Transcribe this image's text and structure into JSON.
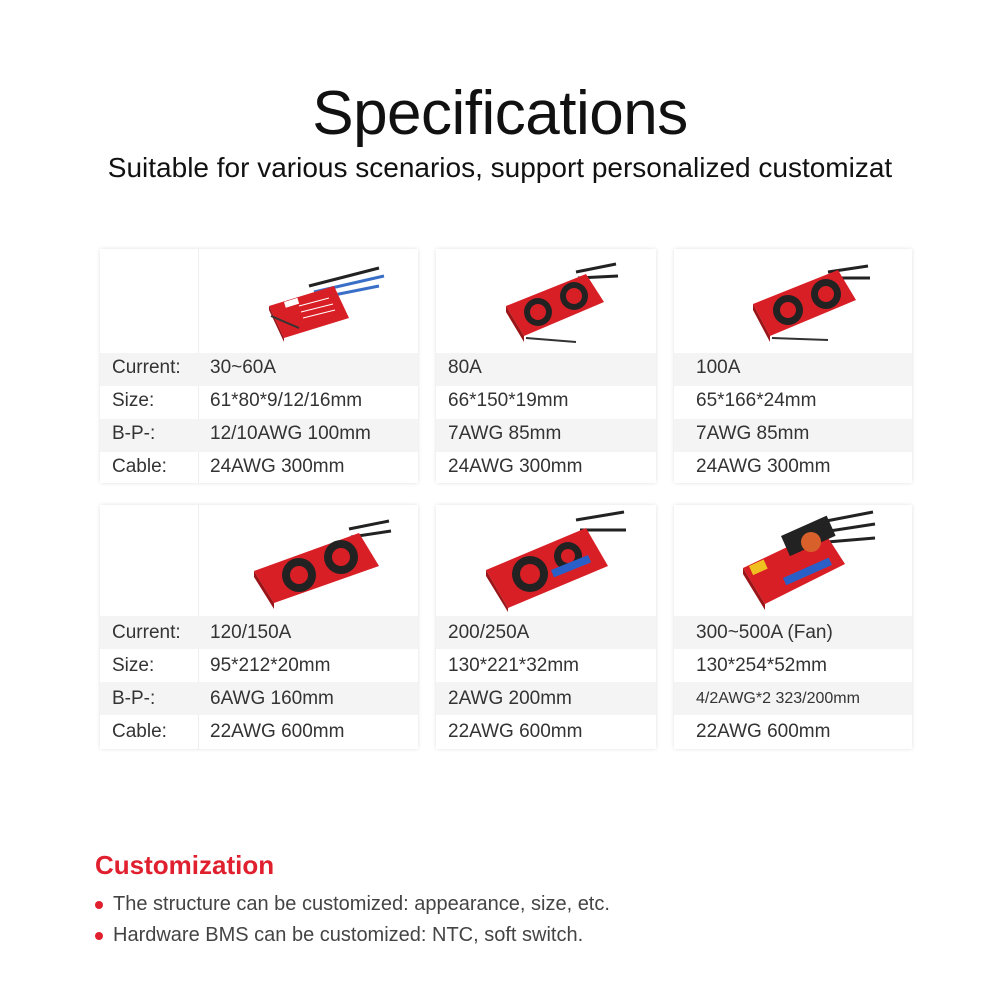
{
  "header": {
    "title": "Specifications",
    "subtitle": "Suitable for various scenarios, support personalized customizat"
  },
  "labels": {
    "current": "Current:",
    "size": "Size:",
    "bp": "B-P-:",
    "cable": "Cable:"
  },
  "products": [
    {
      "current": "30~60A",
      "size": "61*80*9/12/16mm",
      "bp": "12/10AWG  100mm",
      "cable": "24AWG  300mm"
    },
    {
      "current": "80A",
      "size": "66*150*19mm",
      "bp": "7AWG  85mm",
      "cable": "24AWG  300mm"
    },
    {
      "current": "100A",
      "size": "65*166*24mm",
      "bp": "7AWG  85mm",
      "cable": "24AWG  300mm"
    },
    {
      "current": "120/150A",
      "size": "95*212*20mm",
      "bp": "6AWG  160mm",
      "cable": "22AWG  600mm"
    },
    {
      "current": "200/250A",
      "size": "130*221*32mm",
      "bp": "2AWG  200mm",
      "cable": "22AWG  600mm"
    },
    {
      "current": "300~500A (Fan)",
      "size": "130*254*52mm",
      "bp": "4/2AWG*2  323/200mm",
      "cable": "22AWG  600mm"
    }
  ],
  "customization": {
    "title": "Customization",
    "items": [
      "The structure can be customized: appearance, size, etc.",
      "Hardware BMS can be customized: NTC, soft switch."
    ]
  },
  "colors": {
    "accent": "#e0202e",
    "board_red": "#d81f26",
    "stripe": "#f4f4f4"
  }
}
